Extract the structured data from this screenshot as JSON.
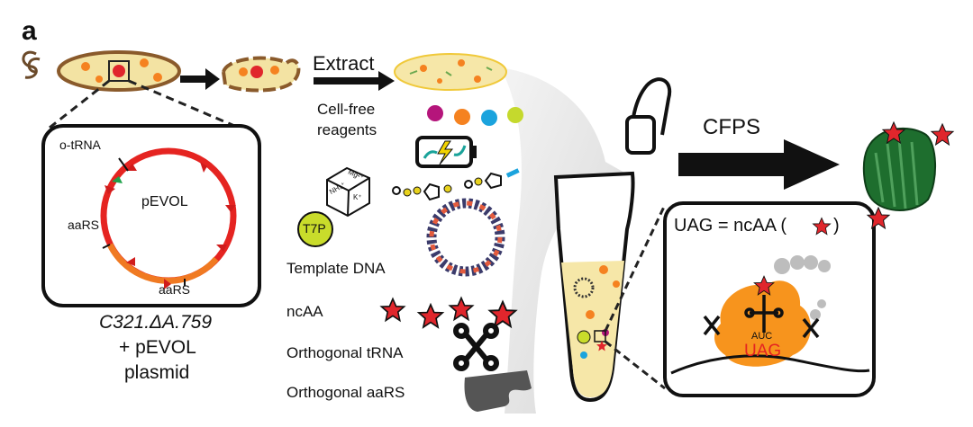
{
  "panel_label": "a",
  "steps": {
    "extract": "Extract",
    "cfps": "CFPS"
  },
  "plasmid": {
    "name": "pEVOL",
    "labels": [
      "o-tRNA",
      "aaRS",
      "aaRS"
    ]
  },
  "strain": {
    "line1": "C321.ΔA.759",
    "line2": "+ pEVOL",
    "line3": "plasmid"
  },
  "reagents": {
    "cell_free_line1": "Cell-free",
    "cell_free_line2": "reagents",
    "ions": [
      "Mg²⁺",
      "NH₄⁺",
      "K⁺"
    ],
    "t7p": "T7P",
    "template_dna": "Template DNA",
    "ncaa": "ncAA",
    "orthogonal_trna": "Orthogonal tRNA",
    "orthogonal_aars": "Orthogonal aaRS"
  },
  "inset": {
    "equation": "UAG = ncAA (",
    "equation_close": ")",
    "anticodon": "AUC",
    "codon": "UAG"
  },
  "colors": {
    "plasmid_red": "#e52421",
    "plasmid_orange": "#f07a22",
    "orange_blob": "#f7941d",
    "star_red": "#e0262c",
    "protein_green": "#1e6e2e",
    "dot_magenta": "#b5157b",
    "dot_orange": "#f58220",
    "dot_cyan": "#1ba3dd",
    "dot_lime": "#c5d92d",
    "t7p_yellow": "#c9dc2b",
    "cell_yellow": "#f6e7a8"
  }
}
